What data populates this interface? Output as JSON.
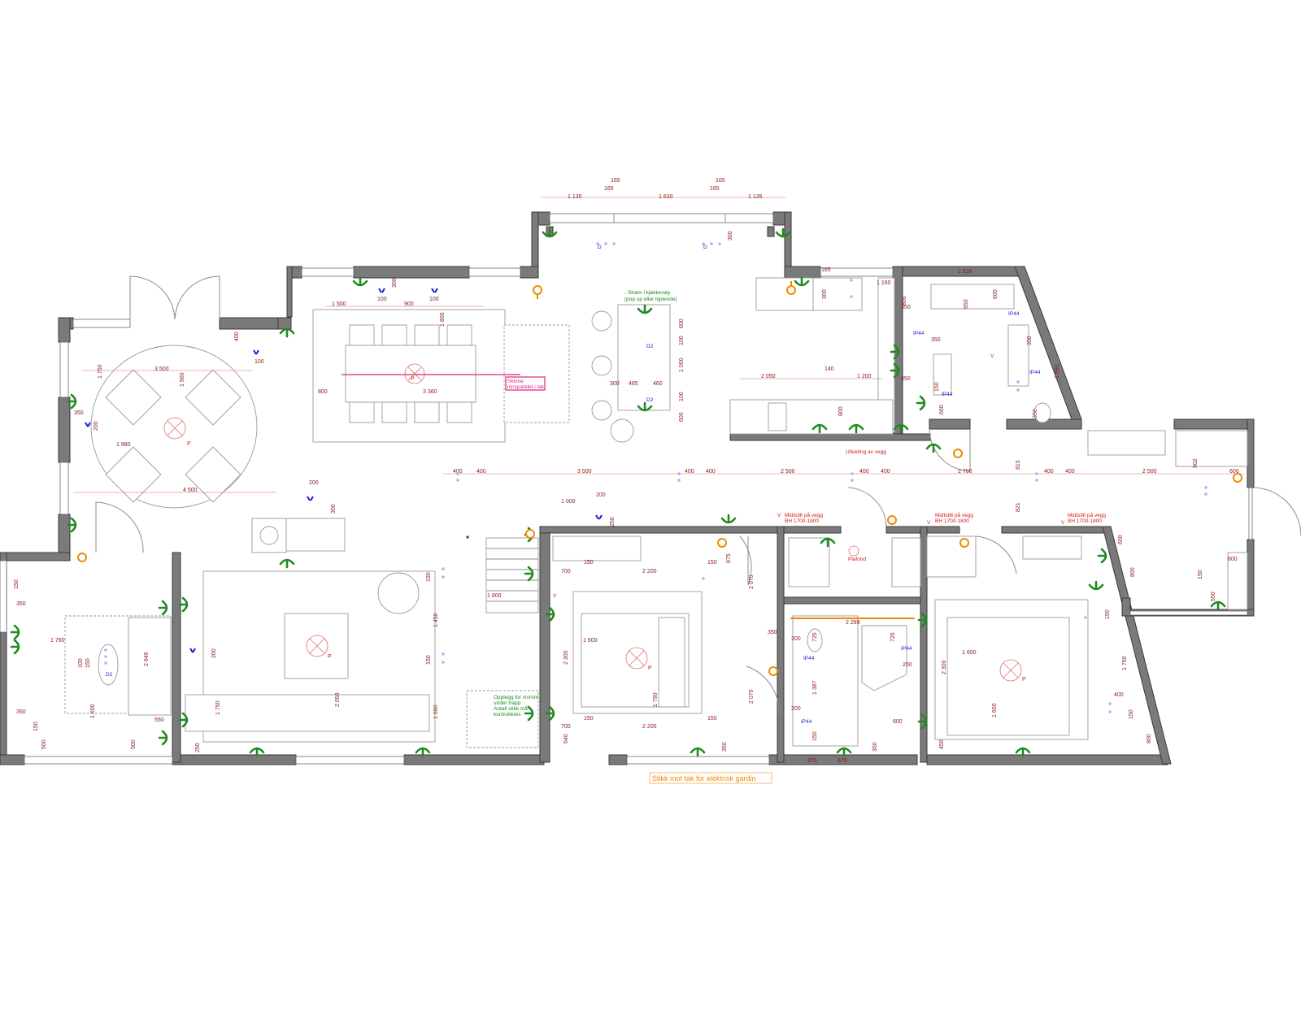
{
  "plan": {
    "top_dims": [
      "1 135",
      "165",
      "1 630",
      "165",
      "1 135"
    ],
    "top_dims_2": [
      "165",
      "165"
    ],
    "dims": {
      "d300a": "300",
      "d300b": "300",
      "d300c": "300",
      "d165": "165",
      "d1526": "1 526",
      "d1160": "1 160",
      "d1500": "1 500",
      "d900": "900",
      "d100a": "100",
      "d100b": "100",
      "d100c": "100",
      "d1800": "1 800",
      "d800a": "800",
      "d3360": "3 360",
      "d400a": "400",
      "d1750a": "1 750",
      "d3500a": "3 500",
      "d1960": "1 960",
      "d350a": "350",
      "d200a": "200",
      "d1980": "1 980",
      "d4500": "4 500",
      "d200b": "200",
      "d300d": "300",
      "d600a": "600",
      "d100d": "100",
      "d1000": "1 000",
      "d300e": "300",
      "d465": "465",
      "d460": "460",
      "d100e": "100",
      "d600b": "600",
      "d2050a": "2 050",
      "d140": "140",
      "d1200": "1 200",
      "d800b": "800",
      "d350b": "350",
      "d800c": "800",
      "d350c": "350",
      "d350d": "350",
      "d350e": "350",
      "d150a": "150",
      "d660": "660",
      "d950": "950",
      "d600c": "600",
      "d350f": "350",
      "d1580": "1 580",
      "d350g": "350",
      "d815": "815",
      "d821": "821",
      "h400a": "400",
      "h400b": "400",
      "h3500": "3 500",
      "h400c": "400",
      "h400d": "400",
      "h2500": "2 500",
      "h400e": "400",
      "h400f": "400",
      "h2700": "2 700",
      "h400g": "400",
      "h400h": "400",
      "h2500b": "2 500",
      "h600": "600",
      "d902": "902",
      "d1000b": "1 000",
      "d200c": "200",
      "d250": "250",
      "d700a": "700",
      "d150b": "150",
      "d2200a": "2 200",
      "d150c": "150",
      "d875a": "875",
      "d2070a": "2 070",
      "d1600a": "1 600",
      "d2300a": "2 300",
      "d1790": "1 790",
      "d700b": "700",
      "d150d": "150",
      "d2200b": "2 200",
      "d150e": "150",
      "d640": "640",
      "d350h": "350",
      "d2070b": "2 070",
      "d350i": "350",
      "d200d": "200",
      "d725a": "725",
      "d2289": "2 289",
      "d725b": "725",
      "d250b": "250",
      "d1387": "1 387",
      "d200e": "200",
      "d600d": "600",
      "d150f": "150",
      "d350j": "350",
      "d875b": "875",
      "d876": "876",
      "d1600b": "1 600",
      "d2300b": "2 300",
      "d150g": "150",
      "d1750b": "1 750",
      "d400b": "400",
      "d150h": "150",
      "d800d": "800",
      "d450": "450",
      "d600e": "600",
      "d800e": "800",
      "d150i": "150",
      "d550a": "550",
      "d600f": "600",
      "d150j": "150",
      "d350k": "350",
      "d1760": "1 760",
      "d2649": "2 649",
      "d100f": "100",
      "d150k": "150",
      "d1600c": "1 600",
      "d350l": "350",
      "d150l": "150",
      "d500a": "500",
      "d500b": "500",
      "d550b": "550",
      "d1800b": "1 800",
      "d200f": "200",
      "d1450": "1 450",
      "d150m": "150",
      "d150n": "150",
      "d1750c": "1 750",
      "d2050b": "2 050",
      "d1690": "1 690",
      "d250c": "250"
    },
    "notes": {
      "kitchen_island": "- Strøm i kjøkkenøy",
      "kitchen_island_2": "(pop up eller lignende)",
      "skinne_1": "Skinne",
      "skinne_2": "innsparklet i tak",
      "utlekting": "Utlekting av vegg",
      "midstilt_1": "Midtstilt på vegg",
      "midstilt_bh_1": "BH 1700-1800",
      "midstilt_2": "Midtstilt på vegg",
      "midstilt_bh_2": "BH 1700-1800",
      "midstilt_3": "Midtstilt på vegg",
      "midstilt_bh_3": "BH 1700-1800",
      "plafond": "Plafond",
      "stairs_1": "Opplegg for vinrom",
      "stairs_2": "under trapp",
      "stairs_3": "Antall stikk må",
      "stairs_4": "kontrolleres",
      "curtain": "Stikk mot tak for elektrisk gardin"
    },
    "labels": {
      "ip44_1": "IP44",
      "ip44_2": "IP44",
      "ip44_3": "IP44",
      "ip44_4": "IP44",
      "ip44_5": "IP44",
      "ip44_6": "IP44",
      "ip44_7": "IP44",
      "d_1": "D",
      "d_2": "D",
      "d2_1": "D2",
      "d2_2": "D2",
      "d2_3": "D2",
      "p_1": "P",
      "p_2": "P",
      "p_3": "P",
      "p_4": "P",
      "p_5": "P",
      "v_1": "V",
      "v_2": "V",
      "v_3": "V",
      "v_4": "V",
      "v_5": "V"
    }
  }
}
